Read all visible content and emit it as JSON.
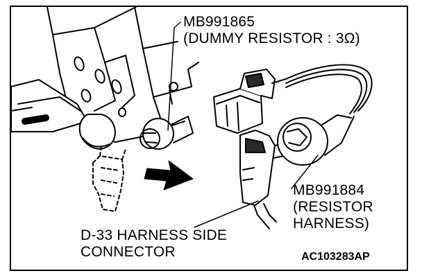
{
  "dummy_resistor": {
    "part_number": "MB991865",
    "description": "(DUMMY RESISTOR : 3Ω)"
  },
  "resistor_harness": {
    "part_number": "MB991884",
    "line_1": "(RESISTOR",
    "line_2": "HARNESS)"
  },
  "harness_connector": {
    "line_1": "D-33  HARNESS SIDE",
    "line_2": "CONNECTOR"
  },
  "figure_code": "AC103283AP",
  "colors": {
    "ink": "#000000",
    "paper": "#ffffff",
    "shade": "#2a2a2a"
  }
}
